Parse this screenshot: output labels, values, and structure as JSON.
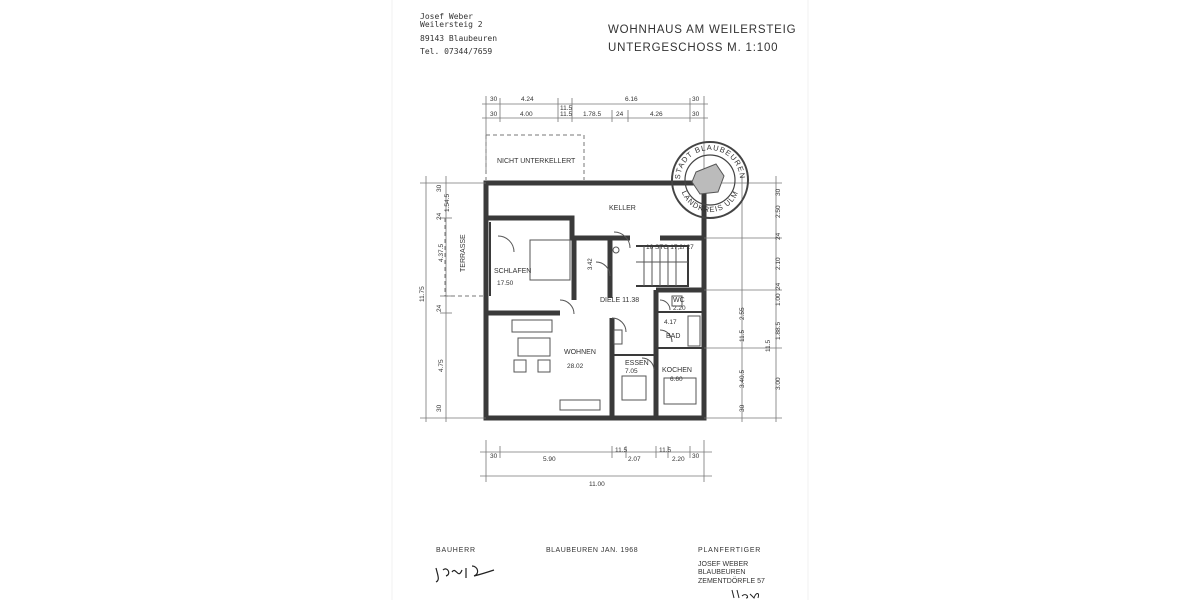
{
  "address": {
    "name": "Josef Weber",
    "street": "Weilersteig 2",
    "city": "89143 Blaubeuren",
    "phone": "Tel. 07344/7659"
  },
  "title": {
    "line1": "WOHNHAUS AM WEILERSTEIG",
    "line2": "UNTERGESCHOSS  M. 1:100"
  },
  "stamp": {
    "top": "STADT BLAUBEUREN",
    "bottom": "LANDKREIS ULM"
  },
  "rooms": {
    "nicht_unterkellert": "NICHT UNTERKELLERT",
    "keller": "KELLER",
    "schlafen": "SCHLAFEN",
    "schlafen_area": "17.50",
    "terrasse": "TERRASSE",
    "stairs": "16 STG 17,2/ 27",
    "stairs_height": "3.42",
    "diele": "DIELE 11.38",
    "wc": "WC",
    "wc_area": "2.20",
    "bad": "BAD",
    "bad_area": "4.17",
    "wohnen": "WOHNEN",
    "wohnen_area": "28.02",
    "essen": "ESSEN",
    "essen_area": "7.05",
    "kochen": "KOCHEN",
    "kochen_area": "6.60"
  },
  "dims_top": {
    "row1": [
      "30",
      "4.24",
      "11.5",
      "6.16",
      "30"
    ],
    "row2": [
      "30",
      "4.00",
      "11.5",
      "1.78.5",
      "24",
      "4.26",
      "30"
    ]
  },
  "dims_bottom": {
    "row1": [
      "30",
      "5.90",
      "11.5",
      "2.07",
      "11.5",
      "2.20",
      "30"
    ],
    "total": "11.00"
  },
  "dims_left": [
    "30",
    "24",
    "1.54.5",
    "4.37.5",
    "11.75",
    "24",
    "4.75",
    "30"
  ],
  "dims_right": [
    "30",
    "2.50",
    "24",
    "2.10",
    "24",
    "1.00",
    "2.55",
    "11.5",
    "1.88.5",
    "11.5",
    "3.40.5",
    "3.00",
    "30"
  ],
  "footer": {
    "bauherr": "BAUHERR",
    "date": "BLAUBEUREN JAN. 1968",
    "planfertiger": "PLANFERTIGER",
    "planfertiger_name": "JOSEF WEBER",
    "planfertiger_city": "BLAUBEUREN",
    "planfertiger_street": "ZEMENTDÖRFLE 57"
  },
  "signature_text": "Josef Weber",
  "initials_text": "Weber"
}
